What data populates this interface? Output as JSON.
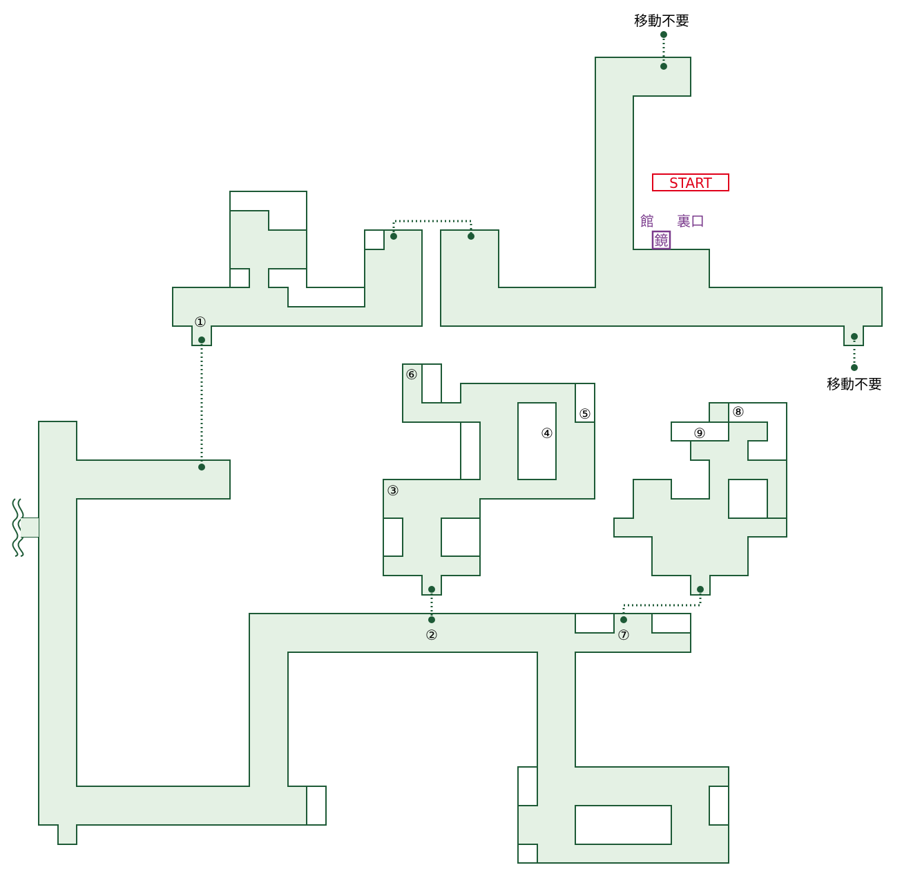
{
  "colors": {
    "floor": "#e4f1e4",
    "wall": "#1d5a36",
    "link": "#1d5a36",
    "start": "#e0001a",
    "purple": "#7a3a8c"
  },
  "labels": {
    "no_move_top": "移動不要",
    "no_move_right": "移動不要",
    "start": "START",
    "mansion": "館",
    "back_door": "裏口",
    "mirror": "鏡"
  },
  "markers": {
    "m1": "①",
    "m2": "②",
    "m3": "③",
    "m4": "④",
    "m5": "⑤",
    "m6": "⑥",
    "m7": "⑦",
    "m8": "⑧",
    "m9": "⑨"
  }
}
